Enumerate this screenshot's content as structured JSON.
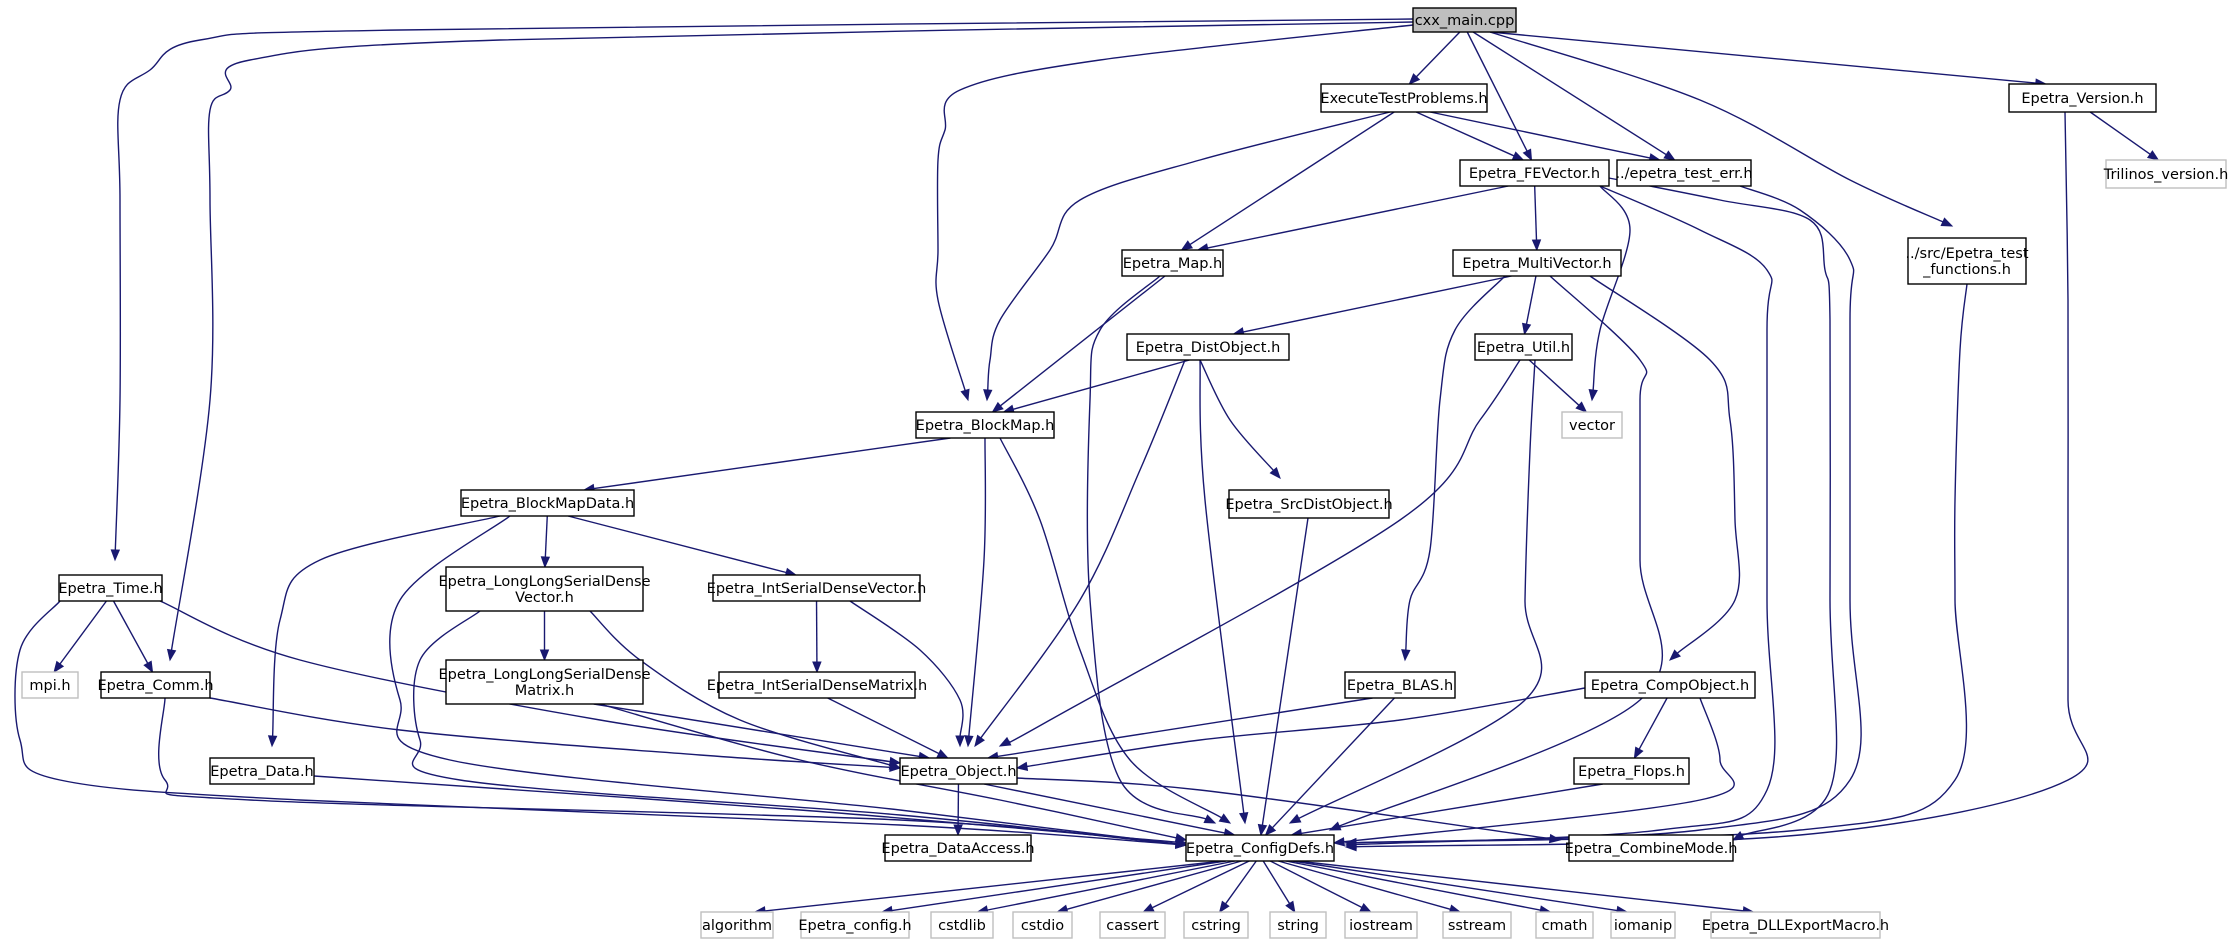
{
  "graph": {
    "root": "cxx_main.cpp",
    "nodes": [
      {
        "id": "root",
        "label": [
          "cxx_main.cpp"
        ],
        "kind": "root"
      },
      {
        "id": "exec",
        "label": [
          "ExecuteTestProblems.h"
        ],
        "kind": "normal"
      },
      {
        "id": "version",
        "label": [
          "Epetra_Version.h"
        ],
        "kind": "normal"
      },
      {
        "id": "trilinos",
        "label": [
          "Trilinos_version.h"
        ],
        "kind": "external"
      },
      {
        "id": "fevector",
        "label": [
          "Epetra_FEVector.h"
        ],
        "kind": "normal"
      },
      {
        "id": "testerr",
        "label": [
          "../epetra_test_err.h"
        ],
        "kind": "normal"
      },
      {
        "id": "testfunc",
        "label": [
          "../src/Epetra_test",
          "_functions.h"
        ],
        "kind": "normal"
      },
      {
        "id": "map",
        "label": [
          "Epetra_Map.h"
        ],
        "kind": "normal"
      },
      {
        "id": "multivector",
        "label": [
          "Epetra_MultiVector.h"
        ],
        "kind": "normal"
      },
      {
        "id": "distobject",
        "label": [
          "Epetra_DistObject.h"
        ],
        "kind": "normal"
      },
      {
        "id": "util",
        "label": [
          "Epetra_Util.h"
        ],
        "kind": "normal"
      },
      {
        "id": "vector",
        "label": [
          "vector"
        ],
        "kind": "external"
      },
      {
        "id": "blockmap",
        "label": [
          "Epetra_BlockMap.h"
        ],
        "kind": "normal"
      },
      {
        "id": "blockmapdata",
        "label": [
          "Epetra_BlockMapData.h"
        ],
        "kind": "normal"
      },
      {
        "id": "srcdistobject",
        "label": [
          "Epetra_SrcDistObject.h"
        ],
        "kind": "normal"
      },
      {
        "id": "time",
        "label": [
          "Epetra_Time.h"
        ],
        "kind": "normal"
      },
      {
        "id": "llsdv",
        "label": [
          "Epetra_LongLongSerialDense",
          "Vector.h"
        ],
        "kind": "normal"
      },
      {
        "id": "isdv",
        "label": [
          "Epetra_IntSerialDenseVector.h"
        ],
        "kind": "normal"
      },
      {
        "id": "mpi",
        "label": [
          "mpi.h"
        ],
        "kind": "external"
      },
      {
        "id": "comm",
        "label": [
          "Epetra_Comm.h"
        ],
        "kind": "normal"
      },
      {
        "id": "llsdm",
        "label": [
          "Epetra_LongLongSerialDense",
          "Matrix.h"
        ],
        "kind": "normal"
      },
      {
        "id": "isdm",
        "label": [
          "Epetra_IntSerialDenseMatrix.h"
        ],
        "kind": "normal"
      },
      {
        "id": "blas",
        "label": [
          "Epetra_BLAS.h"
        ],
        "kind": "normal"
      },
      {
        "id": "compobject",
        "label": [
          "Epetra_CompObject.h"
        ],
        "kind": "normal"
      },
      {
        "id": "data",
        "label": [
          "Epetra_Data.h"
        ],
        "kind": "normal"
      },
      {
        "id": "object",
        "label": [
          "Epetra_Object.h"
        ],
        "kind": "normal"
      },
      {
        "id": "flops",
        "label": [
          "Epetra_Flops.h"
        ],
        "kind": "normal"
      },
      {
        "id": "dataaccess",
        "label": [
          "Epetra_DataAccess.h"
        ],
        "kind": "normal"
      },
      {
        "id": "configdefs",
        "label": [
          "Epetra_ConfigDefs.h"
        ],
        "kind": "normal"
      },
      {
        "id": "combinemode",
        "label": [
          "Epetra_CombineMode.h"
        ],
        "kind": "normal"
      },
      {
        "id": "algorithm",
        "label": [
          "algorithm"
        ],
        "kind": "external"
      },
      {
        "id": "config",
        "label": [
          "Epetra_config.h"
        ],
        "kind": "external"
      },
      {
        "id": "cstdlib",
        "label": [
          "cstdlib"
        ],
        "kind": "external"
      },
      {
        "id": "cstdio",
        "label": [
          "cstdio"
        ],
        "kind": "external"
      },
      {
        "id": "cassert",
        "label": [
          "cassert"
        ],
        "kind": "external"
      },
      {
        "id": "cstring",
        "label": [
          "cstring"
        ],
        "kind": "external"
      },
      {
        "id": "string",
        "label": [
          "string"
        ],
        "kind": "external"
      },
      {
        "id": "iostream",
        "label": [
          "iostream"
        ],
        "kind": "external"
      },
      {
        "id": "sstream",
        "label": [
          "sstream"
        ],
        "kind": "external"
      },
      {
        "id": "cmath",
        "label": [
          "cmath"
        ],
        "kind": "external"
      },
      {
        "id": "iomanip",
        "label": [
          "iomanip"
        ],
        "kind": "external"
      },
      {
        "id": "dllexport",
        "label": [
          "Epetra_DLLExportMacro.h"
        ],
        "kind": "external"
      }
    ],
    "edges": [
      [
        "root",
        "exec"
      ],
      [
        "root",
        "version"
      ],
      [
        "root",
        "fevector"
      ],
      [
        "root",
        "testerr"
      ],
      [
        "root",
        "testfunc"
      ],
      [
        "root",
        "blockmap"
      ],
      [
        "root",
        "time"
      ],
      [
        "root",
        "comm"
      ],
      [
        "exec",
        "fevector"
      ],
      [
        "exec",
        "testerr"
      ],
      [
        "exec",
        "map"
      ],
      [
        "exec",
        "blockmap"
      ],
      [
        "version",
        "trilinos"
      ],
      [
        "version",
        "configdefs"
      ],
      [
        "fevector",
        "map"
      ],
      [
        "fevector",
        "multivector"
      ],
      [
        "fevector",
        "vector"
      ],
      [
        "fevector",
        "configdefs"
      ],
      [
        "fevector",
        "combinemode"
      ],
      [
        "testerr",
        "configdefs"
      ],
      [
        "testfunc",
        "configdefs"
      ],
      [
        "map",
        "blockmap"
      ],
      [
        "map",
        "configdefs"
      ],
      [
        "multivector",
        "distobject"
      ],
      [
        "multivector",
        "util"
      ],
      [
        "multivector",
        "blas"
      ],
      [
        "multivector",
        "compobject"
      ],
      [
        "multivector",
        "configdefs"
      ],
      [
        "distobject",
        "blockmap"
      ],
      [
        "distobject",
        "srcdistobject"
      ],
      [
        "distobject",
        "object"
      ],
      [
        "distobject",
        "configdefs"
      ],
      [
        "util",
        "vector"
      ],
      [
        "util",
        "object"
      ],
      [
        "util",
        "configdefs"
      ],
      [
        "blockmap",
        "blockmapdata"
      ],
      [
        "blockmap",
        "object"
      ],
      [
        "blockmap",
        "configdefs"
      ],
      [
        "blockmapdata",
        "llsdv"
      ],
      [
        "blockmapdata",
        "isdv"
      ],
      [
        "blockmapdata",
        "data"
      ],
      [
        "blockmapdata",
        "configdefs"
      ],
      [
        "srcdistobject",
        "configdefs"
      ],
      [
        "time",
        "mpi"
      ],
      [
        "time",
        "comm"
      ],
      [
        "time",
        "object"
      ],
      [
        "time",
        "configdefs"
      ],
      [
        "llsdv",
        "llsdm"
      ],
      [
        "llsdv",
        "object"
      ],
      [
        "llsdv",
        "configdefs"
      ],
      [
        "isdv",
        "isdm"
      ],
      [
        "isdv",
        "object"
      ],
      [
        "comm",
        "object"
      ],
      [
        "comm",
        "configdefs"
      ],
      [
        "llsdm",
        "object"
      ],
      [
        "llsdm",
        "configdefs"
      ],
      [
        "isdm",
        "object"
      ],
      [
        "blas",
        "object"
      ],
      [
        "blas",
        "configdefs"
      ],
      [
        "compobject",
        "object"
      ],
      [
        "compobject",
        "flops"
      ],
      [
        "compobject",
        "configdefs"
      ],
      [
        "data",
        "configdefs"
      ],
      [
        "object",
        "dataaccess"
      ],
      [
        "object",
        "configdefs"
      ],
      [
        "object",
        "combinemode"
      ],
      [
        "flops",
        "configdefs"
      ],
      [
        "configdefs",
        "algorithm"
      ],
      [
        "configdefs",
        "config"
      ],
      [
        "configdefs",
        "cstdlib"
      ],
      [
        "configdefs",
        "cstdio"
      ],
      [
        "configdefs",
        "cassert"
      ],
      [
        "configdefs",
        "cstring"
      ],
      [
        "configdefs",
        "string"
      ],
      [
        "configdefs",
        "iostream"
      ],
      [
        "configdefs",
        "sstream"
      ],
      [
        "configdefs",
        "cmath"
      ],
      [
        "configdefs",
        "iomanip"
      ],
      [
        "configdefs",
        "dllexport"
      ]
    ]
  },
  "colors": {
    "edge": "#191970",
    "root_fill": "#bfbfbf",
    "node_border": "#000000",
    "external_border": "#bfbfbf",
    "background": "#ffffff"
  }
}
